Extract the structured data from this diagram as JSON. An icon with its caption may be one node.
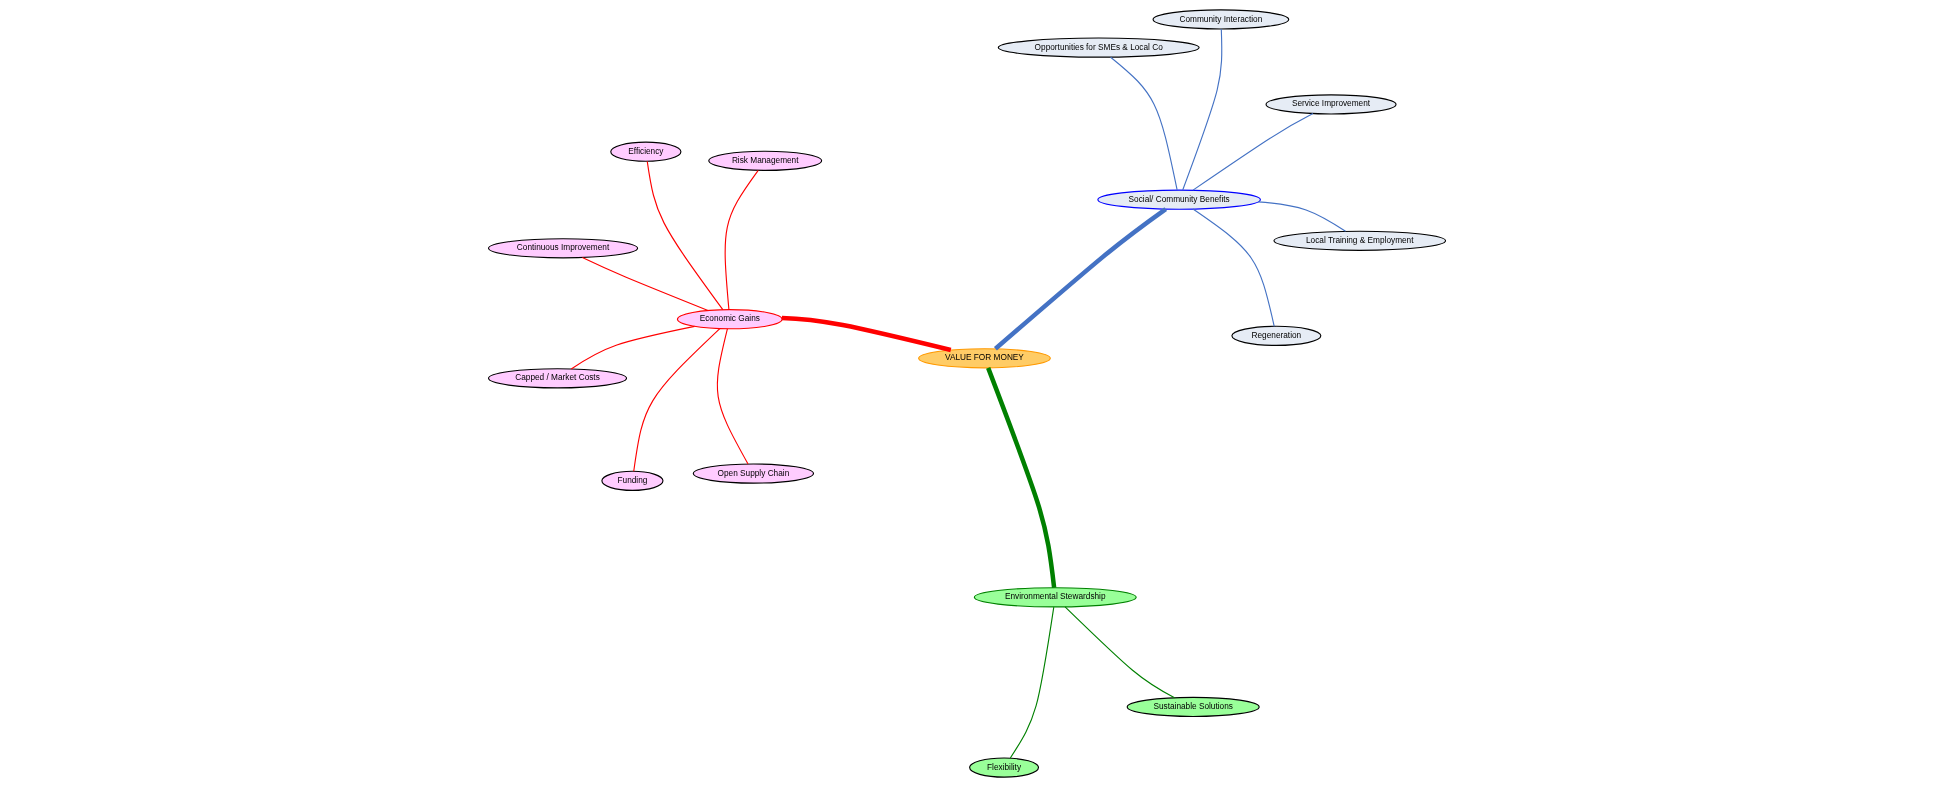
{
  "diagram": {
    "nodes": [
      {
        "text": [
          "VALUE FOR MONEY"
        ]
      },
      {
        "text": [
          "Economic Gains"
        ]
      },
      {
        "text": [
          "Funding"
        ]
      },
      {
        "text": [
          "Efficiency"
        ]
      },
      {
        "text": [
          "Risk Management"
        ]
      },
      {
        "text": [
          "Continuous Improvement"
        ]
      },
      {
        "text": [
          "Capped / Market Costs"
        ]
      },
      {
        "text": [
          "Open Supply Chain"
        ]
      },
      {
        "text": [
          "Environmental Stewardship"
        ]
      },
      {
        "text": [
          "Sustainable Solutions"
        ]
      },
      {
        "text": [
          "Flexibility"
        ]
      },
      {
        "text": [
          "Social/ Community Benefits"
        ]
      },
      {
        "text": [
          "Service Improvement"
        ]
      },
      {
        "text": [
          "Community Interaction"
        ]
      },
      {
        "text": [
          "Opportunities for SMEs & Local Co"
        ]
      },
      {
        "text": [
          "Regeneration"
        ]
      },
      {
        "text": [
          "Local Training & Employment"
        ]
      }
    ],
    "edges": [
      {
        "from": 0,
        "to": 1,
        "arrow": "none",
        "style": "thick",
        "color": "#ff0000"
      },
      {
        "from": 1,
        "to": 2,
        "arrow": "none",
        "color": "#ff0000"
      },
      {
        "from": 1,
        "to": 3,
        "arrow": "none",
        "color": "#ff0000"
      },
      {
        "from": 1,
        "to": 4,
        "arrow": "none",
        "color": "#ff0000"
      },
      {
        "from": 1,
        "to": 5,
        "arrow": "none",
        "color": "#ff0000"
      },
      {
        "from": 1,
        "to": 6,
        "arrow": "none",
        "color": "#ff0000"
      },
      {
        "from": 1,
        "to": 7,
        "arrow": "none",
        "color": "#ff0000"
      },
      {
        "from": 0,
        "to": 8,
        "arrow": "none",
        "style": "thick",
        "color": "#008000"
      },
      {
        "from": 8,
        "to": 9,
        "arrow": "none",
        "color": "#008000"
      },
      {
        "from": 8,
        "to": 10,
        "arrow": "none",
        "color": "#008000"
      },
      {
        "from": 0,
        "to": 11,
        "arrow": "none",
        "style": "thick",
        "color": "#4472c4"
      },
      {
        "from": 11,
        "to": 12,
        "arrow": "none",
        "color": "#4472c4"
      },
      {
        "from": 11,
        "to": 13,
        "arrow": "none",
        "color": "#4472c4"
      },
      {
        "from": 11,
        "to": 14,
        "arrow": "none",
        "color": "#4472c4"
      },
      {
        "from": 11,
        "to": 15,
        "arrow": "none",
        "color": "#4472c4"
      },
      {
        "from": 11,
        "to": 16,
        "arrow": "none",
        "color": "#4472c4"
      }
    ]
  }
}
